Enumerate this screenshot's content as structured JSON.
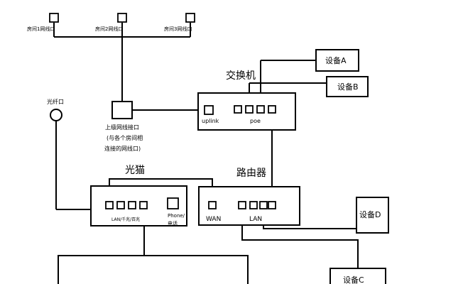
{
  "rooms": {
    "room1": "房间1网线口",
    "room2": "房间2网线口",
    "room3": "房间3网线口"
  },
  "uplink_jack": {
    "line1": "上级网线接口",
    "line2": "(与各个房间相",
    "line3": "连接的网线口)"
  },
  "fiber": {
    "label": "光纤口"
  },
  "switch": {
    "title": "交换机",
    "uplink": "uplink",
    "poe": "poe"
  },
  "devices": {
    "a": "设备A",
    "b": "设备B",
    "c": "设备C",
    "d": "设备D"
  },
  "modem": {
    "title": "光猫",
    "lan_label": "LAN/千兆/百兆",
    "phone_line1": "Phone/",
    "phone_line2": "电话"
  },
  "router": {
    "title": "路由器",
    "wan": "WAN",
    "lan": "LAN"
  }
}
